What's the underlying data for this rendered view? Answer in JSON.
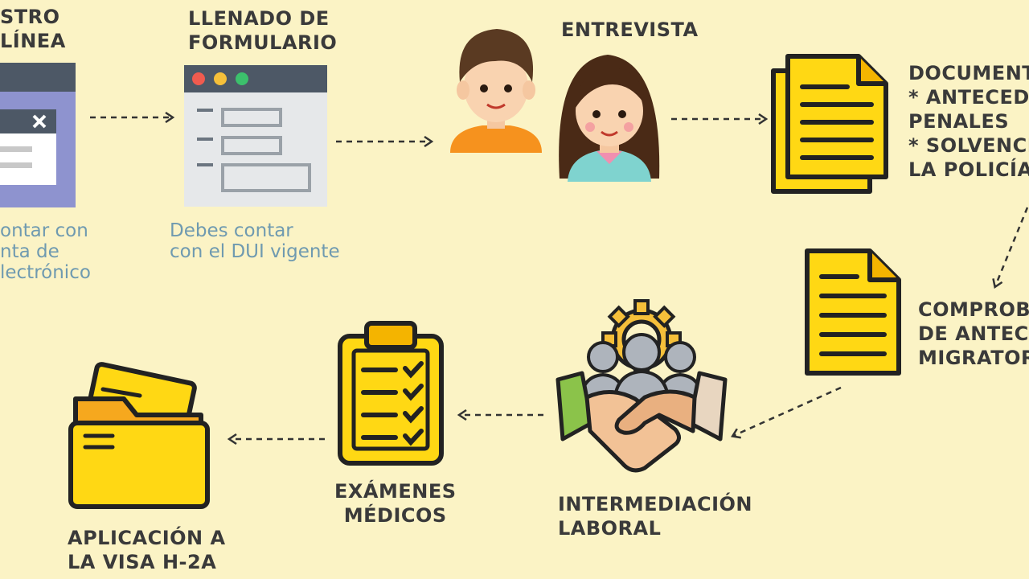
{
  "steps": {
    "registro": {
      "title": [
        "STRO",
        "LÍNEA"
      ],
      "note": [
        "ontar con",
        "nta de",
        "lectrónico"
      ],
      "icon": "browser-dialog-icon"
    },
    "formulario": {
      "title": [
        "LLENADO DE",
        "FORMULARIO"
      ],
      "note": [
        "Debes contar",
        "con el DUI vigente"
      ],
      "icon": "web-form-icon"
    },
    "entrevista": {
      "title": [
        "ENTREVISTA"
      ],
      "icon": "interview-people-icon"
    },
    "documentos": {
      "title": [
        "DOCUMENT",
        "* ANTECEDE",
        "PENALES",
        "* SOLVENCIA",
        "LA POLICÍA"
      ],
      "icon": "documents-icon"
    },
    "comprobante": {
      "title": [
        "COMPROBA",
        "DE ANTECE",
        "MIGRATOR"
      ],
      "icon": "document-icon"
    },
    "intermediacion": {
      "title": [
        "INTERMEDIACIÓN",
        "LABORAL"
      ],
      "icon": "handshake-team-icon"
    },
    "examenes": {
      "title": [
        "EXÁMENES",
        "MÉDICOS"
      ],
      "icon": "clipboard-checklist-icon"
    },
    "aplicacion": {
      "title": [
        "APLICACIÓN A",
        "LA VISA H-2A"
      ],
      "icon": "folder-icon"
    }
  },
  "colors": {
    "background": "#fbf3c5",
    "yellow": "#ffd814",
    "dark": "#222222",
    "note": "#6f9ab0",
    "text": "#3a3a3a"
  }
}
